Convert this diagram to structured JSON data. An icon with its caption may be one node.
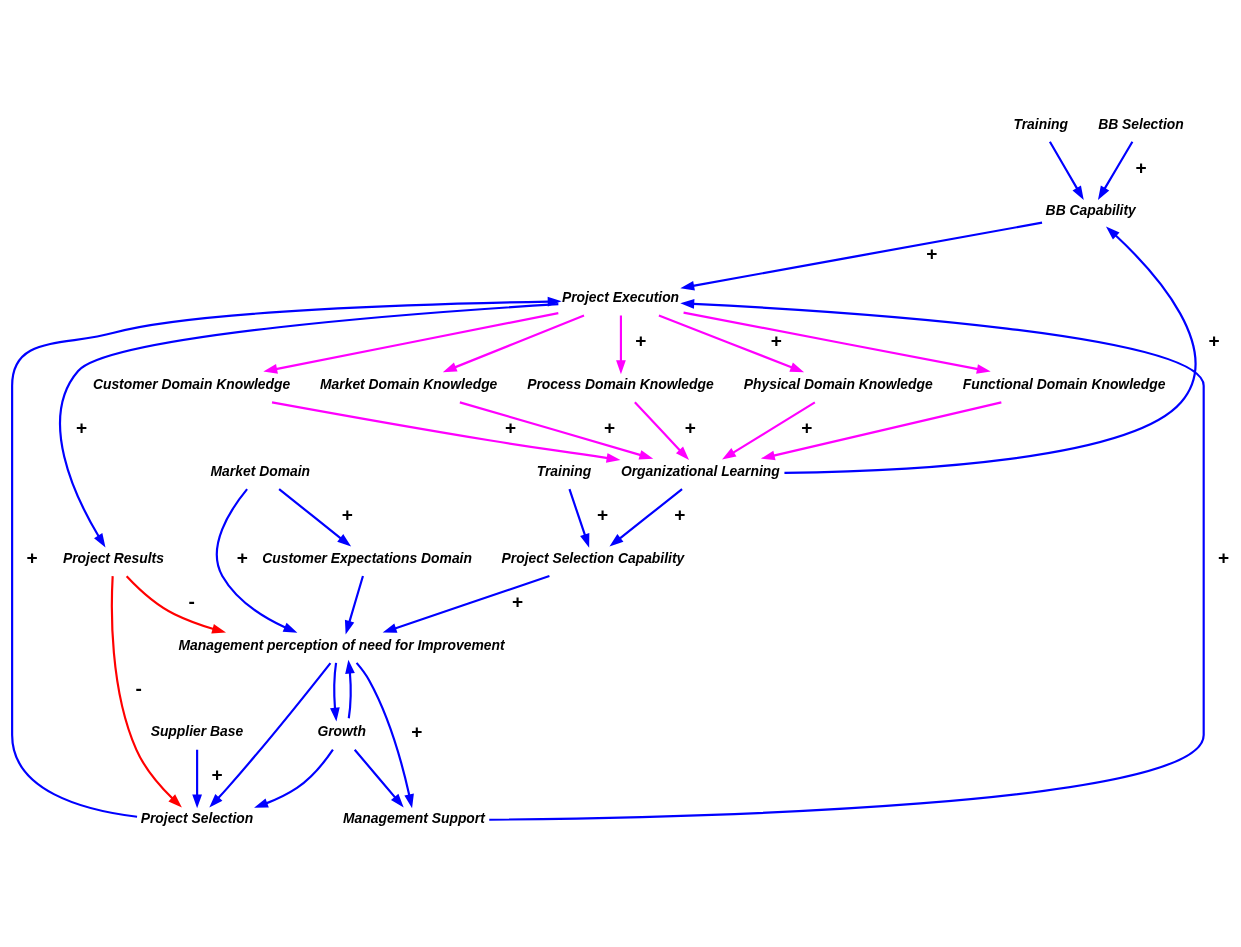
{
  "diagram": {
    "nodes": [
      {
        "text": [
          "Training"
        ]
      },
      {
        "text": [
          "BB Selection"
        ]
      },
      {
        "text": [
          "BB Capability"
        ]
      },
      {
        "text": [
          "Project Execution"
        ]
      },
      {
        "text": [
          "Physical Domain Knowledge"
        ]
      },
      {
        "text": [
          "Process Domain Knowledge"
        ]
      },
      {
        "text": [
          "Management Support"
        ]
      },
      {
        "text": [
          "Project Selection"
        ]
      },
      {
        "text": [
          "Functional Domain Knowledge"
        ]
      },
      {
        "text": [
          "Customer Domain Knowledge"
        ]
      },
      {
        "text": [
          "Supplier Base"
        ]
      },
      {
        "text": [
          "Project Results"
        ]
      },
      {
        "text": [
          "Market Domain Knowledge"
        ]
      },
      {
        "text": [
          "Organizational Learning"
        ]
      },
      {
        "text": [
          "Training"
        ]
      },
      {
        "text": [
          "Project Selection Capability"
        ]
      },
      {
        "text": [
          "Growth"
        ]
      },
      {
        "text": [
          "Management perception of need for Improvement"
        ]
      },
      {
        "text": [
          "Customer Expectations Domain"
        ]
      },
      {
        "text": [
          "Market Domain"
        ]
      }
    ],
    "edges": [
      {
        "from": 0,
        "to": 2,
        "arrow": "to"
      },
      {
        "from": 1,
        "to": 2,
        "arrow": "to",
        "label": "+"
      },
      {
        "from": 13,
        "to": 2,
        "arrow": "to",
        "label": "+"
      },
      {
        "from": 2,
        "to": 3,
        "arrow": "to",
        "label": "+"
      },
      {
        "from": 6,
        "to": 3,
        "arrow": "to",
        "label": "+"
      },
      {
        "from": 7,
        "to": 3,
        "arrow": "to",
        "label": "+"
      },
      {
        "from": 3,
        "to": 4,
        "arrow": "to",
        "label": "+",
        "color": "#ff00ff"
      },
      {
        "from": 3,
        "to": 5,
        "arrow": "to",
        "label": "+",
        "color": "#ff00ff"
      },
      {
        "from": 3,
        "to": 8,
        "arrow": "to",
        "color": "#ff00ff"
      },
      {
        "from": 3,
        "to": 9,
        "arrow": "to",
        "color": "#ff00ff"
      },
      {
        "from": 3,
        "to": 12,
        "arrow": "to",
        "color": "#ff00ff"
      },
      {
        "from": 3,
        "to": 11,
        "arrow": "to",
        "label": "+"
      },
      {
        "from": 4,
        "to": 13,
        "arrow": "to",
        "label": "+",
        "color": "#ff00ff"
      },
      {
        "from": 5,
        "to": 13,
        "arrow": "to",
        "label": "+",
        "color": "#ff00ff"
      },
      {
        "from": 8,
        "to": 13,
        "arrow": "to",
        "color": "#ff00ff"
      },
      {
        "from": 9,
        "to": 13,
        "arrow": "to",
        "label": "+",
        "color": "#ff00ff"
      },
      {
        "from": 12,
        "to": 13,
        "arrow": "to",
        "label": "+",
        "color": "#ff00ff"
      },
      {
        "from": 10,
        "to": 7,
        "arrow": "to",
        "label": "+"
      },
      {
        "from": 11,
        "to": 7,
        "arrow": "to",
        "label": "-",
        "color": "#ff0000"
      },
      {
        "from": 11,
        "to": 17,
        "arrow": "to",
        "label": "-",
        "color": "#ff0000"
      },
      {
        "from": 17,
        "to": 6,
        "arrow": "to",
        "label": "+"
      },
      {
        "from": 16,
        "to": 6,
        "arrow": "to"
      },
      {
        "from": 16,
        "to": 7,
        "arrow": "to"
      },
      {
        "from": 17,
        "to": 7,
        "arrow": "to"
      },
      {
        "from": 17,
        "to": 16,
        "arrow": "to"
      },
      {
        "from": 16,
        "to": 17,
        "arrow": "to"
      },
      {
        "from": 13,
        "to": 15,
        "arrow": "to",
        "label": "+"
      },
      {
        "from": 14,
        "to": 15,
        "arrow": "to",
        "label": "+"
      },
      {
        "from": 15,
        "to": 17,
        "arrow": "to",
        "label": "+"
      },
      {
        "from": 18,
        "to": 17,
        "arrow": "to"
      },
      {
        "from": 19,
        "to": 17,
        "arrow": "to",
        "label": "+"
      },
      {
        "from": 19,
        "to": 18,
        "arrow": "to",
        "label": "+"
      }
    ]
  }
}
